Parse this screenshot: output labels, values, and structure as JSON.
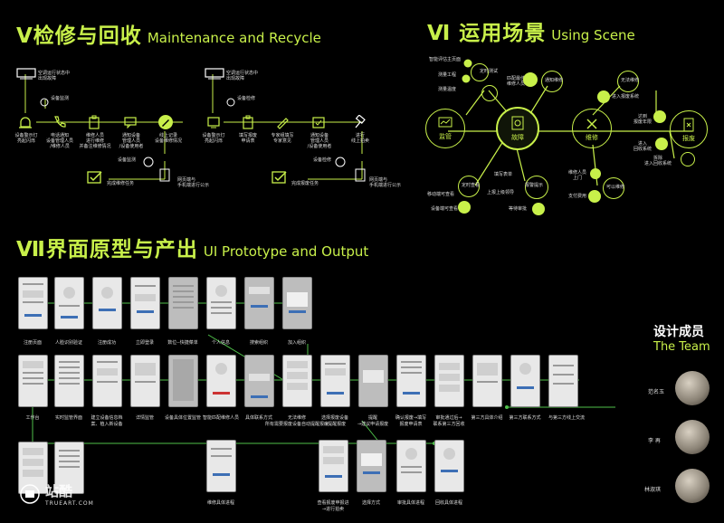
{
  "section5": {
    "title_cn": "Ⅴ检修与回收",
    "title_en": "Maintenance and Recycle"
  },
  "section6": {
    "title_cn": "Ⅵ 运用场景",
    "title_en": "Using Scene"
  },
  "section7": {
    "title_cn": "Ⅶ界面原型与产出",
    "title_en": "UI Prototype and Output"
  },
  "maintenance": {
    "left": {
      "top1": "空调运行状态中\n出现故障",
      "top2": "设备监测",
      "n1": "设备警示灯\n亮起闪烁",
      "n2": "电话通知\n设备管理人员\n/维修人员",
      "n3": "维修人员\n进行维修\n并备注维修情况",
      "n4": "通知设备\n管理人员\n/设备使用者",
      "n5": "线上记录\n设备维修情况",
      "n6": "设备监测",
      "n7": "网页端与\n手机端进行公示",
      "n8": "完成维修任务"
    },
    "right": {
      "top1": "空调运行状态中\n出现故障",
      "top2": "设备检修",
      "n1": "设备警示灯\n亮起闪烁",
      "n2": "填写报废\n申请表",
      "n3": "专家组填写\n专家意见",
      "n4": "通知设备\n管理人员\n/设备使用者",
      "n5": "进行\n线上拍卖",
      "n6": "设备检修",
      "n7": "网页端与\n手机端进行公示",
      "n8": "完成报废任务"
    }
  },
  "scene": {
    "hubs": {
      "monitor": "监管",
      "fault": "故障",
      "repair": "维修",
      "scrap": "报废"
    },
    "labels": {
      "l1": "智能评估主页面",
      "l2": "测量工程",
      "l3": "测量温度",
      "l4": "定时测试",
      "l5": "匹配最佳\n维修人员",
      "l6": "通知维修",
      "l7": "无法维修",
      "l8": "进入报废系统",
      "l9": "达到\n报废年限",
      "l10": "进入\n回收系统",
      "l11": "拆除\n进入回收系统",
      "l12": "移动端可查看",
      "l13": "定时查看",
      "l14": "设备端可查看",
      "l15": "填写表单",
      "l16": "上报上级领导",
      "l17": "报警提示",
      "l18": "等待审批",
      "l19": "维修人员\n上门",
      "l20": "支付费用",
      "l21": "可以维修"
    }
  },
  "prototype": {
    "row1": [
      "注册页面",
      "人脸识别验证",
      "注册成功",
      "立即登录",
      "数位--快捷菜单",
      "个人信息",
      "搜索组织",
      "加入组织"
    ],
    "row2a": [
      "工作台",
      "实时监管界面",
      "建立设备信息档案、植入新设备",
      "详情监管",
      "设备具体位置监管",
      "智能匹配维修人员",
      "具体联系方式"
    ],
    "row2b": [
      "无法维修\n所有需要报废设备自动提醒报废",
      "选择报废设备\n→提醒报废",
      "提醒\n→建议申请报废",
      "确认报废→填写\n报废申请表",
      "审批通过后→\n联系第三方回收",
      "第三方具体介绍",
      "第三方联系方式",
      "与第三方线上交流"
    ],
    "row3": [
      "维修具体进程",
      "查看报废申报进\n→进行拍卖",
      "选择方式",
      "审批具体进程",
      "回收具体进程"
    ]
  },
  "team": {
    "title": "设计成员",
    "subtitle": "The Team",
    "members": [
      "范名玉",
      "李 再",
      "林淑琪"
    ]
  },
  "watermark": {
    "main": "站酷",
    "sub": "TRUEART.COM"
  },
  "colors": {
    "accent": "#c8f04a",
    "background": "#000000",
    "link": "#4fc04a"
  }
}
